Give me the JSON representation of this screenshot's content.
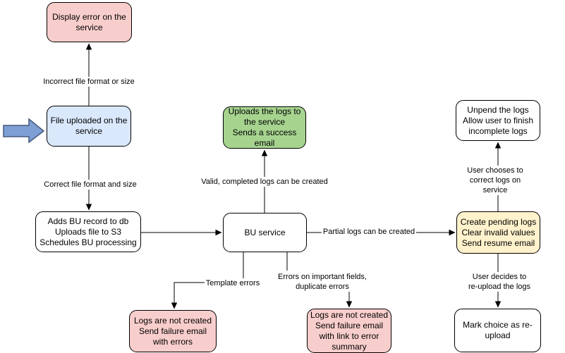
{
  "diagram": {
    "nodes": {
      "display_error": {
        "label": "Display error on the\nservice"
      },
      "file_uploaded": {
        "label": "File uploaded on the\nservice"
      },
      "adds_bu_record": {
        "label": "Adds BU record to db\nUploads file to S3\nSchedules BU processing"
      },
      "bu_service": {
        "label": "BU service"
      },
      "uploads_logs": {
        "label": "Uploads the logs to\nthe service\nSends a success\nemail"
      },
      "create_pending": {
        "label": "Create pending logs\nClear invalid values\nSend resume email"
      },
      "unpend_logs": {
        "label": "Unpend the logs\nAllow user to finish\nincomplete logs"
      },
      "mark_choice": {
        "label": "Mark choice as re-\nupload"
      },
      "fail_template": {
        "label": "Logs are not created\nSend failure email\nwith errors"
      },
      "fail_fields": {
        "label": "Logs are not created\nSend failure email\nwith link to error\nsummary"
      }
    },
    "edge_labels": {
      "incorrect_format": "Incorrect file format or size",
      "correct_format": "Correct file format and size",
      "valid_logs": "Valid, completed logs can be created",
      "partial_logs": "Partial logs can be created",
      "template_errors": "Template errors",
      "field_errors": "Errors on important fields,\nduplicate errors",
      "correct_on_service": "User chooses to correct logs on service",
      "reupload": "User decides to re-upload the logs"
    },
    "colors": {
      "node_pink": "#F8CECC",
      "node_blue": "#DAE8FC",
      "node_green": "#A6D48F",
      "node_yellow": "#FFF2CC",
      "node_white": "#FFFFFF",
      "edge_color": "#000000",
      "entry_arrow_fill": "#7E9FD4",
      "entry_arrow_stroke": "#46597B"
    }
  }
}
